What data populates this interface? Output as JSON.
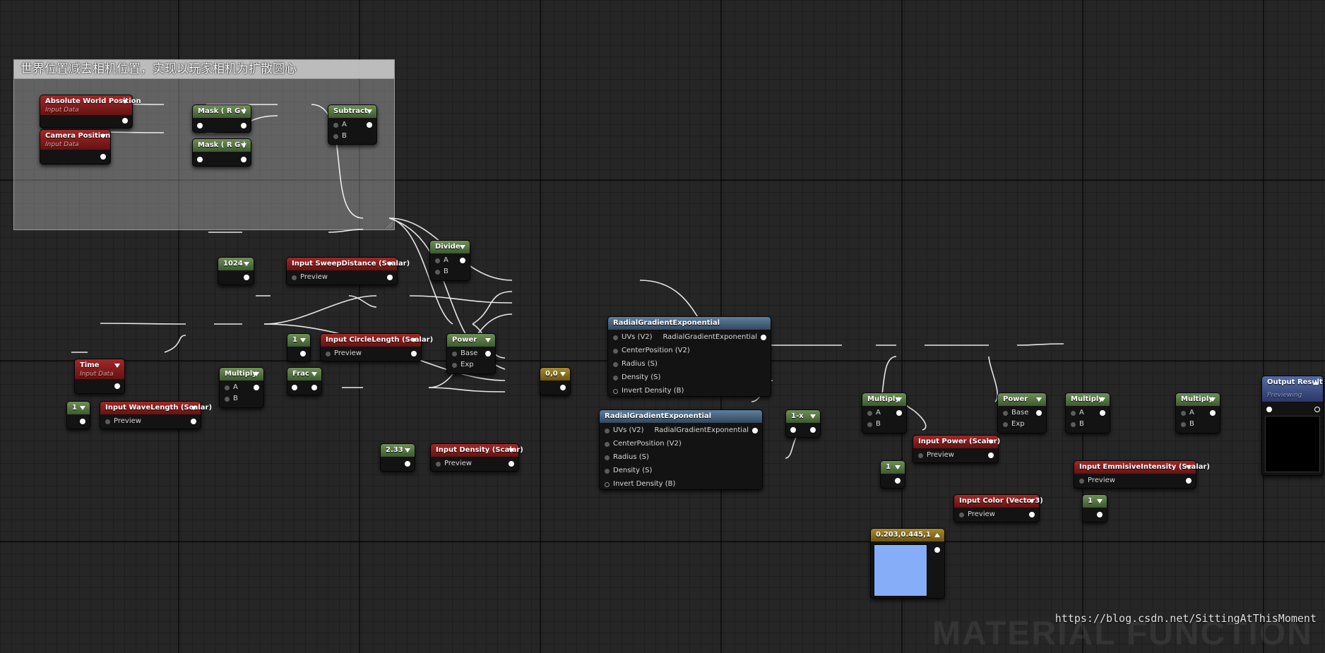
{
  "comment": {
    "title": "世界位置减去相机位置，实现以玩家相机为扩散圆心"
  },
  "nodes": {
    "absolute_world_position": {
      "title": "Absolute World Position",
      "subtitle": "Input Data"
    },
    "camera_position": {
      "title": "Camera Position",
      "subtitle": "Input Data"
    },
    "mask_rg_1": {
      "title": "Mask ( R G )"
    },
    "mask_rg_2": {
      "title": "Mask ( R G )"
    },
    "subtract": {
      "title": "Subtract",
      "pins": [
        "A",
        "B"
      ]
    },
    "divide": {
      "title": "Divide",
      "pins": [
        "A",
        "B"
      ]
    },
    "const_1024": {
      "title": "1024"
    },
    "input_sweep_distance": {
      "title": "Input SweepDistance (Scalar)",
      "pin": "Preview"
    },
    "const_1_circle": {
      "title": "1"
    },
    "input_circle_length": {
      "title": "Input CircleLength (Scalar)",
      "pin": "Preview"
    },
    "power_1": {
      "title": "Power",
      "pins": [
        "Base",
        "Exp"
      ]
    },
    "time": {
      "title": "Time",
      "subtitle": "Input Data"
    },
    "multiply_1": {
      "title": "Multiply",
      "pins": [
        "A",
        "B"
      ]
    },
    "frac": {
      "title": "Frac"
    },
    "const_1_wave": {
      "title": "1"
    },
    "input_wave_length": {
      "title": "Input WaveLength (Scalar)",
      "pin": "Preview"
    },
    "const_00": {
      "title": "0,0"
    },
    "radial_1": {
      "title": "RadialGradientExponential",
      "pins": [
        "UVs (V2)",
        "CenterPosition (V2)",
        "Radius (S)",
        "Density (S)",
        "Invert Density (B)"
      ],
      "output": "RadialGradientExponential"
    },
    "radial_2": {
      "title": "RadialGradientExponential",
      "pins": [
        "UVs (V2)",
        "CenterPosition (V2)",
        "Radius (S)",
        "Density (S)",
        "Invert Density (B)"
      ],
      "output": "RadialGradientExponential"
    },
    "const_233": {
      "title": "2.33"
    },
    "input_density": {
      "title": "Input Density (Scalar)",
      "pin": "Preview"
    },
    "one_minus_x": {
      "title": "1-x"
    },
    "multiply_2": {
      "title": "Multiply",
      "pins": [
        "A",
        "B"
      ]
    },
    "power_2": {
      "title": "Power",
      "pins": [
        "Base",
        "Exp"
      ]
    },
    "const_1_power": {
      "title": "1"
    },
    "input_power": {
      "title": "Input Power (Scalar)",
      "pin": "Preview"
    },
    "multiply_3": {
      "title": "Multiply",
      "pins": [
        "A",
        "B"
      ]
    },
    "input_color": {
      "title": "Input Color (Vector3)",
      "pin": "Preview"
    },
    "color_const": {
      "title": "0.203,0.445,1",
      "color": "#86aef8"
    },
    "multiply_4": {
      "title": "Multiply",
      "pins": [
        "A",
        "B"
      ]
    },
    "input_emissive": {
      "title": "Input EmmisiveIntensity (Scalar)",
      "pin": "Preview"
    },
    "const_1_emissive": {
      "title": "1"
    },
    "output_result": {
      "title": "Output Result",
      "subtitle": "Previewing"
    }
  },
  "watermark": "https://blog.csdn.net/SittingAtThisMoment",
  "banner": "MATERIAL FUNCTION"
}
